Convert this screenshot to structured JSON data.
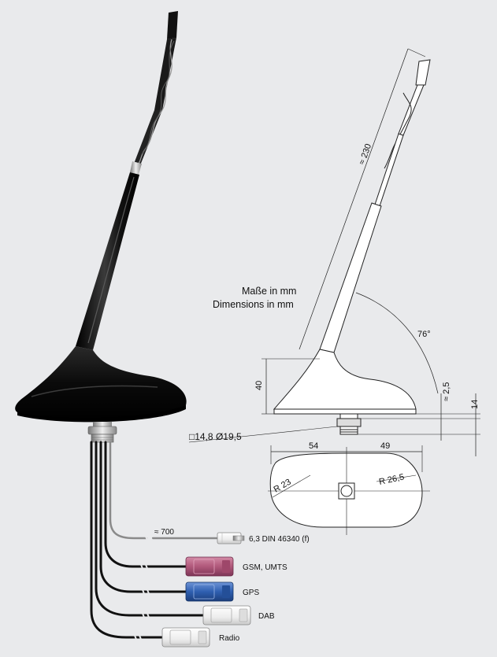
{
  "colors": {
    "background": "#e9eaec",
    "gsm_connector": "#b0587a",
    "gps_connector": "#2f5fb0",
    "dab_connector": "#f2f2f2",
    "radio_connector": "#f2f2f2",
    "antenna_body": "#0e0e0e"
  },
  "drawing": {
    "units_de": "Maße in mm",
    "units_en": "Dimensions in mm",
    "dims": {
      "mast_length": "≈ 230",
      "angle": "76°",
      "height": "40",
      "offset": "≈ 2,5",
      "thread_length": "14",
      "thread": "□14,8  Ø19,5",
      "front_length": "54",
      "rear_length": "49",
      "front_radius": "R 23",
      "rear_radius": "R 26,5"
    }
  },
  "cables": {
    "length": "≈ 700",
    "connectors": [
      {
        "label": "6,3 DIN 46340 (f)",
        "icon": "din-plug-icon"
      },
      {
        "label": "GSM, UMTS",
        "icon": "fakra-connector-icon"
      },
      {
        "label": "GPS",
        "icon": "fakra-connector-icon"
      },
      {
        "label": "DAB",
        "icon": "fakra-connector-icon"
      },
      {
        "label": "Radio",
        "icon": "fakra-connector-icon"
      }
    ]
  }
}
